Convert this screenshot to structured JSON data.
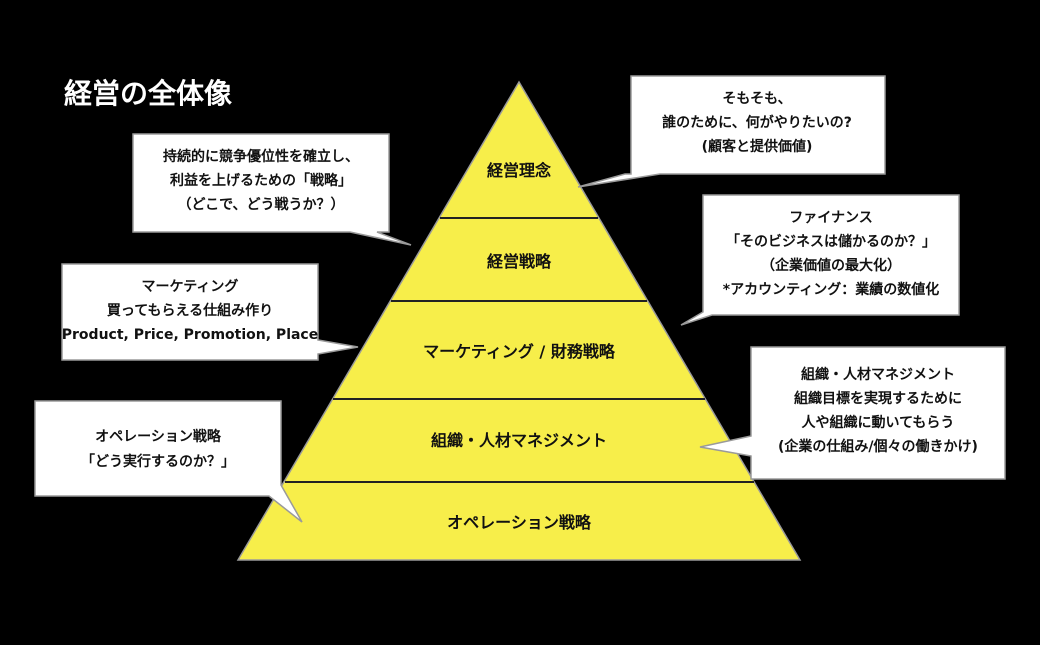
{
  "title": "経営の全体像",
  "colors": {
    "background": "#000000",
    "pyramid_fill": "#f7ee4a",
    "bubble_fill": "#ffffff",
    "text": "#111111"
  },
  "tiers": [
    {
      "label": "経営理念"
    },
    {
      "label": "経営戦略"
    },
    {
      "label": "マーケティング / 財務戦略"
    },
    {
      "label": "組織・人材マネジメント"
    },
    {
      "label": "オペレーション戦略"
    }
  ],
  "callouts": {
    "philosophy": [
      "そもそも、",
      "誰のために、何がやりたいの?",
      "(顧客と提供価値)"
    ],
    "strategy": [
      "持続的に競争優位性を確立し、",
      "利益を上げるための「戦略」",
      "（どこで、どう戦うか？）"
    ],
    "finance": [
      "ファイナンス",
      "「そのビジネスは儲かるのか？」",
      "（企業価値の最大化）",
      "*アカウンティング：業績の数値化"
    ],
    "marketing": [
      "マーケティング",
      "買ってもらえる仕組み作り",
      "Product, Price, Promotion, Place"
    ],
    "organization": [
      "組織・人材マネジメント",
      "組織目標を実現するために",
      "人や組織に動いてもらう",
      "(企業の仕組み/個々の働きかけ)"
    ],
    "operation": [
      "オペレーション戦略",
      "「どう実行するのか？」"
    ]
  }
}
